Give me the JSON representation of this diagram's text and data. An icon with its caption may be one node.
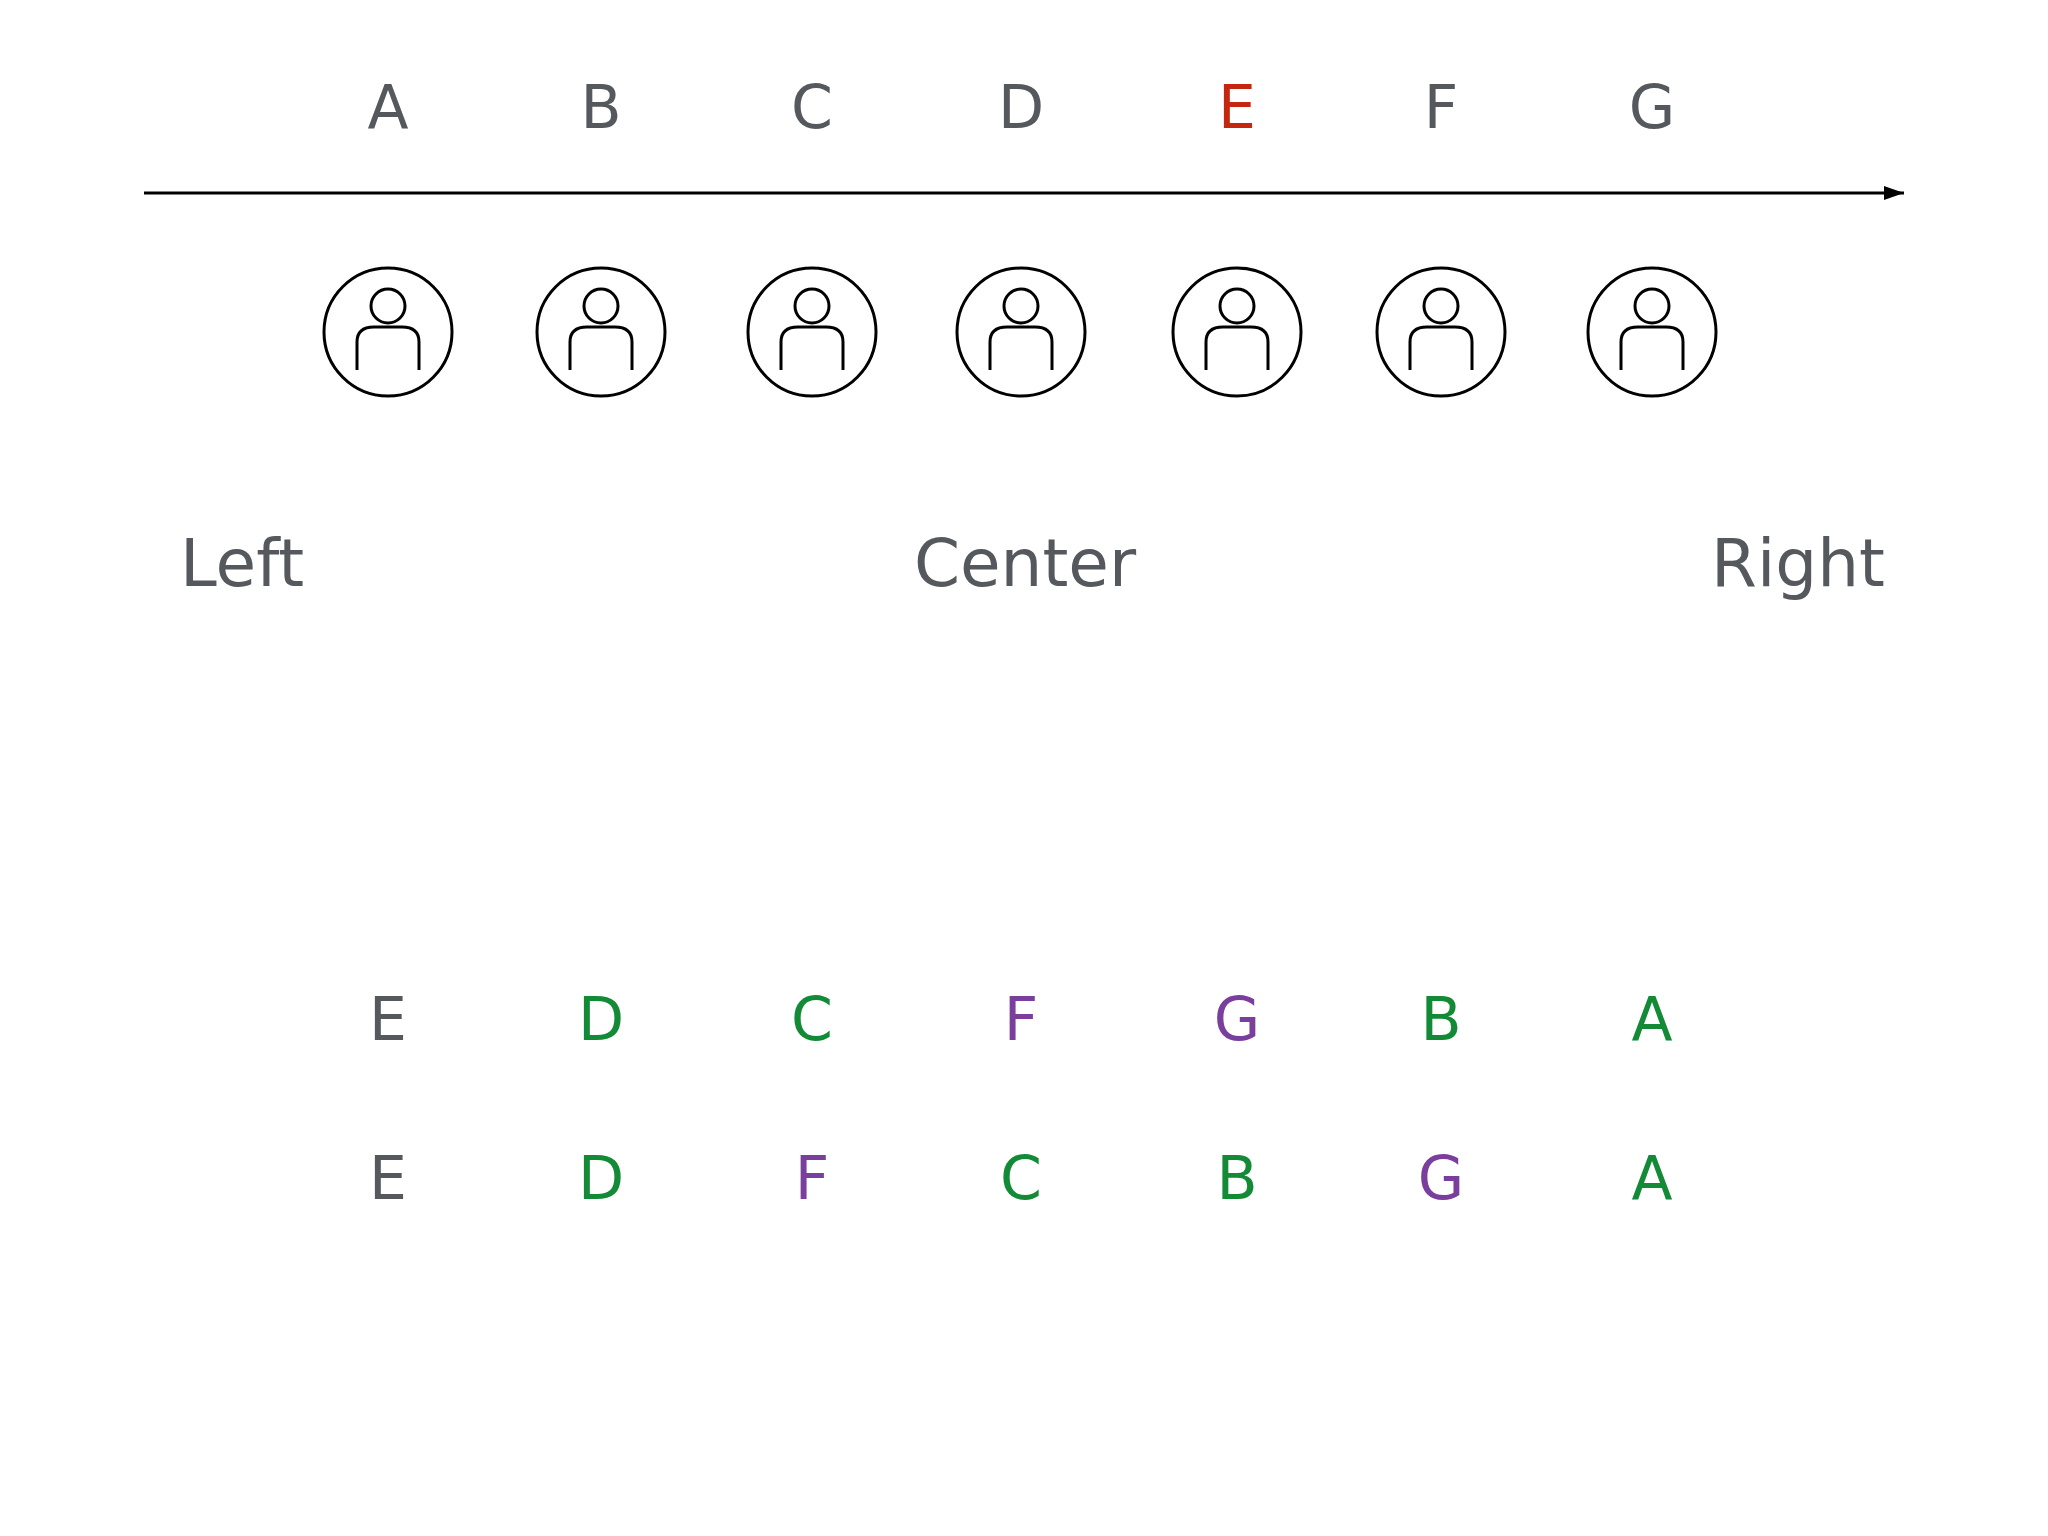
{
  "diagram": {
    "labels": [
      "A",
      "B",
      "C",
      "D",
      "E",
      "F",
      "G",
      "Left",
      "Center",
      "Right",
      "E",
      "D",
      "C",
      "F",
      "G",
      "B",
      "A",
      "E",
      "D",
      "F",
      "C",
      "B",
      "G",
      "A"
    ]
  }
}
